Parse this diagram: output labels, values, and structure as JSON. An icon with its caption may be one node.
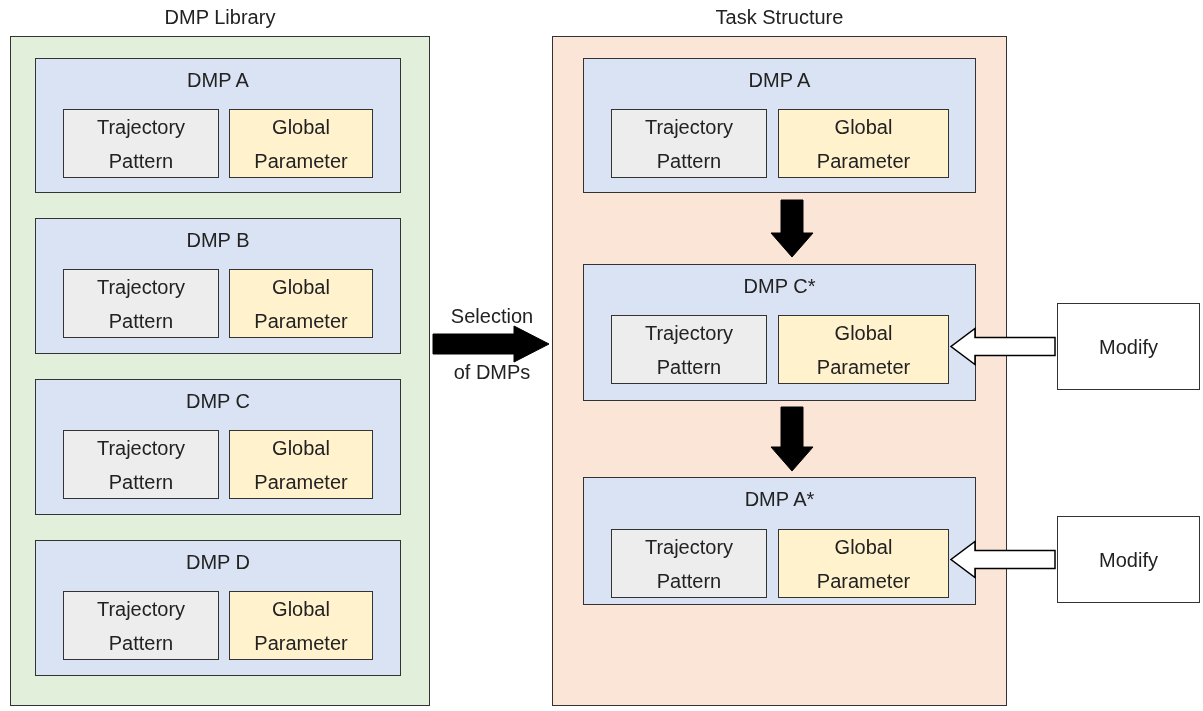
{
  "diagram": {
    "nodes": [
      {
        "text": [
          "DMP Library"
        ]
      },
      {
        "text": [
          "DMP A"
        ],
        "in": 0
      },
      {
        "text": [
          "Trajectory Pattern"
        ],
        "in": 1
      },
      {
        "text": [
          "Global Parameter"
        ],
        "in": 1
      },
      {
        "text": [
          "DMP B"
        ],
        "in": 0
      },
      {
        "text": [
          "Trajectory Pattern"
        ],
        "in": 4
      },
      {
        "text": [
          "Global Parameter"
        ],
        "in": 4
      },
      {
        "text": [
          "DMP C"
        ],
        "in": 0
      },
      {
        "text": [
          "Trajectory Pattern"
        ],
        "in": 7
      },
      {
        "text": [
          "Global Parameter"
        ],
        "in": 7
      },
      {
        "text": [
          "DMP D"
        ],
        "in": 0
      },
      {
        "text": [
          "Trajectory Pattern"
        ],
        "in": 10
      },
      {
        "text": [
          "Global Parameter"
        ],
        "in": 10
      },
      {
        "text": [
          "Task Structure"
        ]
      },
      {
        "text": [
          "DMP A"
        ],
        "in": 13
      },
      {
        "text": [
          "Trajectory Pattern"
        ],
        "in": 14
      },
      {
        "text": [
          "Global Parameter"
        ],
        "in": 14
      },
      {
        "text": [
          "DMP C*"
        ],
        "in": 13
      },
      {
        "text": [
          "Trajectory Pattern"
        ],
        "in": 17
      },
      {
        "text": [
          "Global Parameter"
        ],
        "in": 17
      },
      {
        "text": [
          "Modify"
        ]
      },
      {
        "text": [
          "DMP A*"
        ],
        "in": 13
      },
      {
        "text": [
          "Trajectory Pattern"
        ],
        "in": 21
      },
      {
        "text": [
          "Global Parameter"
        ],
        "in": 21
      },
      {
        "text": [
          "Modify"
        ]
      }
    ],
    "edges": [
      {
        "from": 0,
        "to": 13,
        "arrow": "to",
        "label": "Selection of DMPs"
      },
      {
        "from": 14,
        "to": 17,
        "arrow": "to"
      },
      {
        "from": 17,
        "to": 21,
        "arrow": "to"
      },
      {
        "from": 20,
        "to": 19,
        "arrow": "to",
        "color": "#ffffff"
      },
      {
        "from": 24,
        "to": 23,
        "arrow": "to",
        "color": "#ffffff"
      }
    ]
  }
}
